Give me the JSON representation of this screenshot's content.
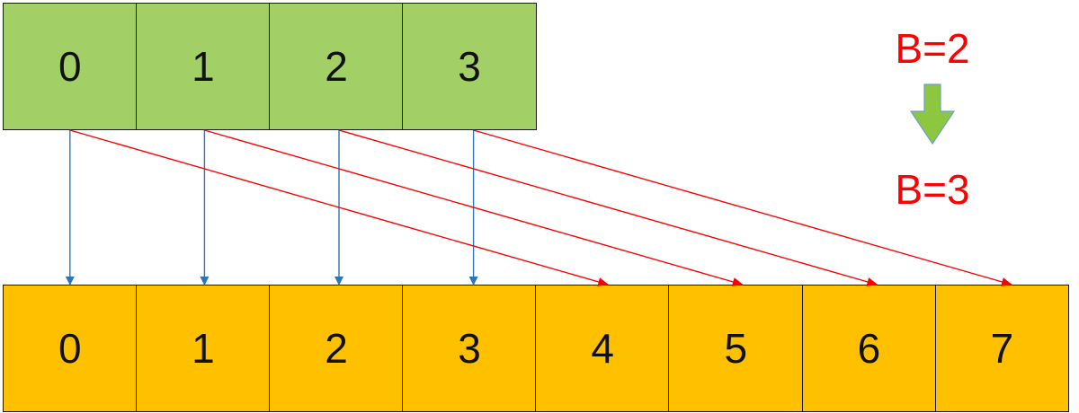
{
  "old_buckets": {
    "cells": [
      "0",
      "1",
      "2",
      "3"
    ],
    "fill_color": "#a2cf66"
  },
  "new_buckets": {
    "cells": [
      "0",
      "1",
      "2",
      "3",
      "4",
      "5",
      "6",
      "7"
    ],
    "fill_color": "#ffc000"
  },
  "transition": {
    "from_label": "B=2",
    "to_label": "B=3",
    "arrow_icon": "down-arrow-icon",
    "label_color": "#ff0000",
    "arrow_color": "#8dc63f"
  },
  "mappings": {
    "same_index_color": "#2e75b6",
    "split_color": "#ff0000",
    "same_index": [
      [
        0,
        0
      ],
      [
        1,
        1
      ],
      [
        2,
        2
      ],
      [
        3,
        3
      ]
    ],
    "split": [
      [
        0,
        4
      ],
      [
        1,
        5
      ],
      [
        2,
        6
      ],
      [
        3,
        7
      ]
    ]
  }
}
